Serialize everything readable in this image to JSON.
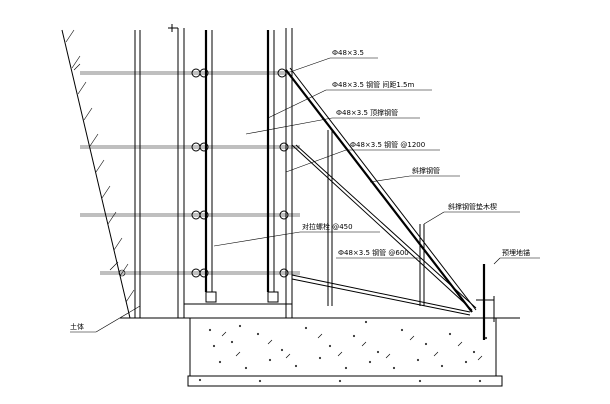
{
  "labels": {
    "top_beam": "Ф48×3.5",
    "upper_plate": "Ф48×3.5 钢管 间距1.5m",
    "upper_tube": "Ф48×3.5 顶撑钢管",
    "mid_plate": "Ф48×3.5 钢管 @1200",
    "brace_steel": "斜撑钢管",
    "lower_brace": "斜撑钢管垫木楔",
    "middle_left": "对拉螺栓 @450",
    "brace_spacing": "Ф48×3.5 钢管 @600",
    "anchor": "预埋地锚",
    "soil": "土体"
  }
}
